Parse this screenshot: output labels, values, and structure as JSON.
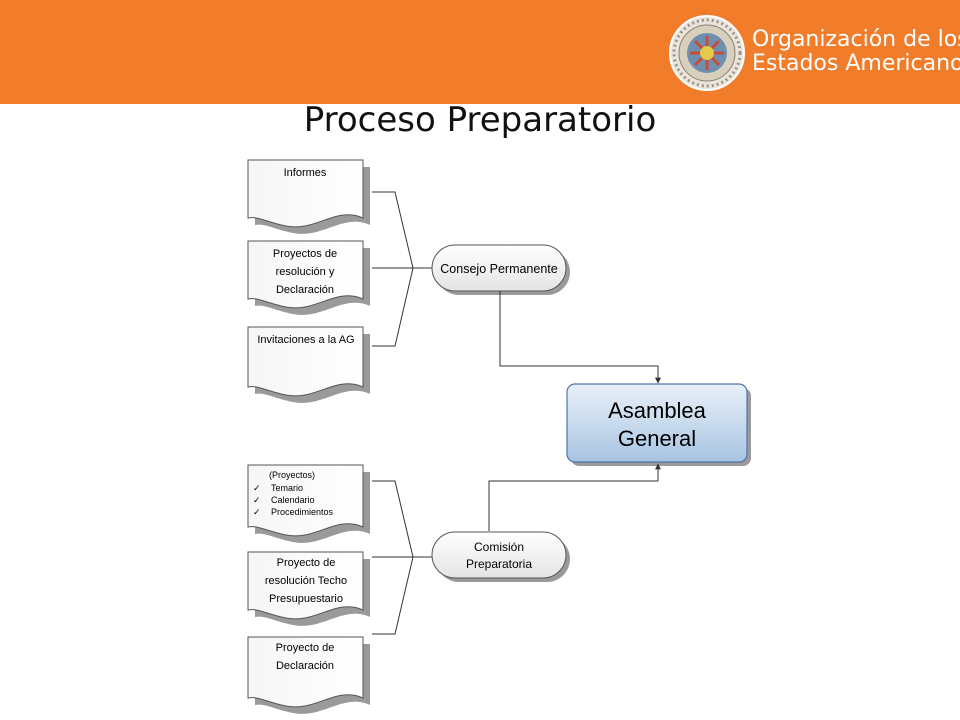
{
  "header": {
    "org_line1": "Organización de los",
    "org_line2": "Estados Americanos",
    "brand_color": "#f17c2a",
    "seal_icon": "oas-seal-icon"
  },
  "title": "Proceso Preparatorio",
  "documents_upper": [
    {
      "lines": [
        "Informes"
      ]
    },
    {
      "lines": [
        "Proyectos de",
        "resolución y",
        "Declaración"
      ]
    },
    {
      "lines": [
        "Invitaciones a la AG"
      ]
    }
  ],
  "documents_lower": [
    {
      "heading": "(Proyectos)",
      "checklist": [
        "Temario",
        "Calendario",
        "Procedimientos"
      ]
    },
    {
      "lines": [
        "Proyecto de",
        "resolución Techo",
        "Presupuestario"
      ]
    },
    {
      "lines": [
        "Proyecto de",
        "Declaración"
      ]
    }
  ],
  "nodes": {
    "consejo": "Consejo Permanente",
    "comision_line1": "Comisión",
    "comision_line2": "Preparatoria",
    "asamblea_line1": "Asamblea",
    "asamblea_line2": "General"
  }
}
